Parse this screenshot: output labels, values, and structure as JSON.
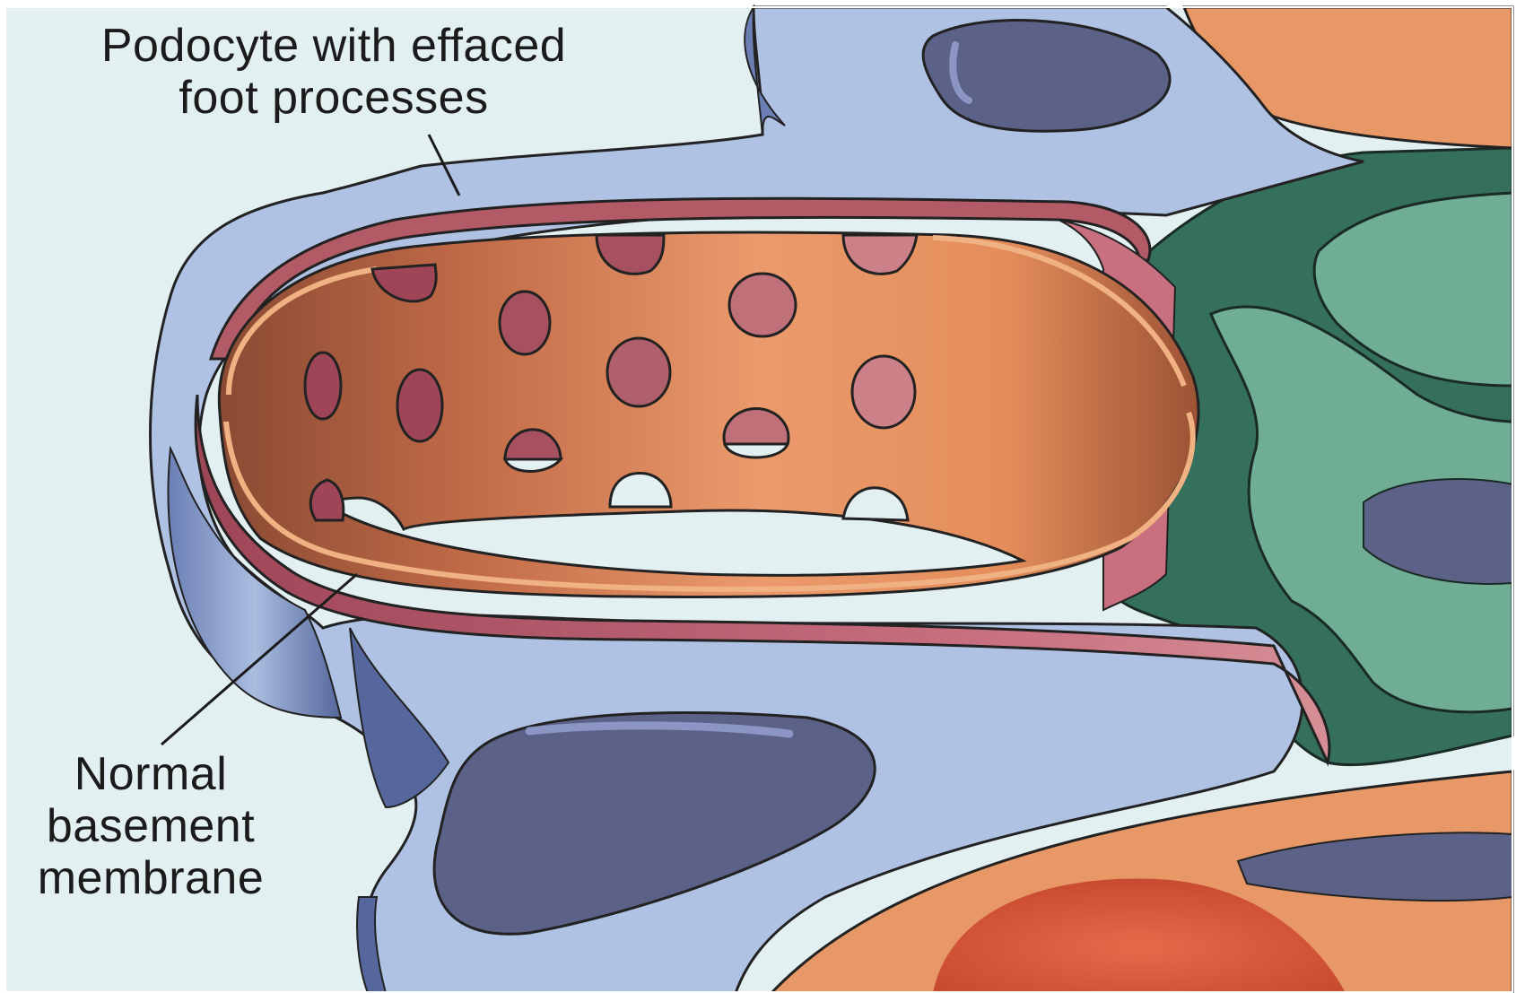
{
  "labels": {
    "podocyte": {
      "line1": "Podocyte with effaced",
      "line2": "foot processes"
    },
    "membrane": {
      "line1": "Normal",
      "line2": "basement",
      "line3": "membrane"
    }
  },
  "colors": {
    "background": "#e3f0f1",
    "podocyte": "#b0c2e4",
    "podocyte_shadow": "#5d6fa3",
    "nucleus": "#5b6187",
    "basement_membrane": "#b35a67",
    "endothelium": "#e2945e",
    "mesangial_dark": "#35705d",
    "mesangial_light": "#6fae95",
    "red_blood_cell": "#d85a3c"
  }
}
